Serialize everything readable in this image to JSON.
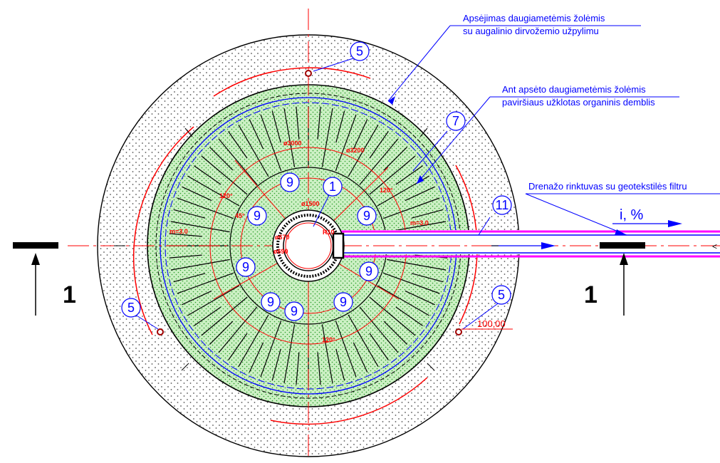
{
  "callouts": {
    "seeding_1": "Apsėjimas daugiametėmis žolėmis",
    "seeding_2": "su augalinio dirvožemio užpylimu",
    "mulch_1": "Ant apsėto daugiametėmis žolėmis",
    "mulch_2": "paviršiaus užklotas organinis demblis",
    "drain": "Drenažo rinktuvas su geotekstilės filtru",
    "slope": "i, %"
  },
  "dimensions": {
    "d3000": "ø3000",
    "d3200": "ø3200",
    "d1500": "ø1500",
    "d670": "ø670",
    "d690": "ø690",
    "r10": "R10",
    "a120_left": "120°",
    "a120_right": "120°",
    "a120_bottom": "120°",
    "a45": "45°",
    "m_left": "m=3.0",
    "m_right": "m=3.0",
    "elev": "100,00"
  },
  "markers": {
    "b5": "5",
    "b7": "7",
    "b11": "11",
    "b9": "9",
    "b1": "1"
  },
  "section": {
    "left": "1",
    "right": "1"
  },
  "colors": {
    "red": "#ff0000",
    "blue": "#0000ff",
    "magenta": "#ff00ff",
    "grass": "#ccf0c4"
  }
}
